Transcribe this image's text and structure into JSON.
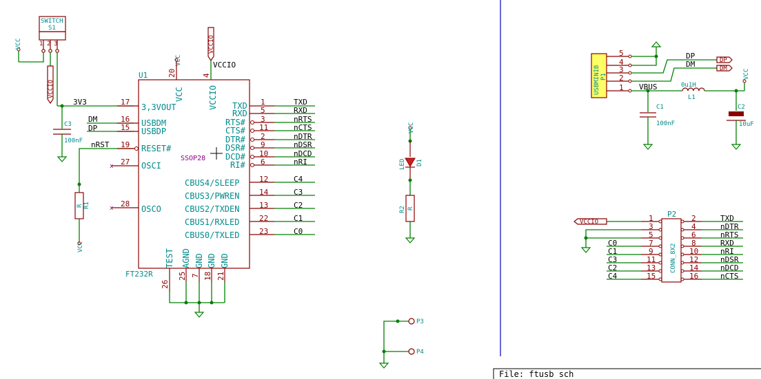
{
  "sheet": {
    "file_label": "File: ftusb sch",
    "border_color": "#0000c0",
    "wire_color": "#008000",
    "body_color": "#8b0000",
    "ref_color": "#008b8b",
    "net_color": "#000000"
  },
  "u1": {
    "ref": "U1",
    "value": "FT232R",
    "package": "SSOP28",
    "left_pins": [
      {
        "num": "17",
        "name": "3,3VOUT",
        "net": "3V3"
      },
      {
        "num": "16",
        "name": "USBDM",
        "net": "DM"
      },
      {
        "num": "15",
        "name": "USBDP",
        "net": "DP"
      },
      {
        "num": "19",
        "name": "RESET#",
        "net": "nRST"
      },
      {
        "num": "27",
        "name": "OSCI",
        "net": ""
      },
      {
        "num": "28",
        "name": "OSCO",
        "net": ""
      }
    ],
    "right_pins": [
      {
        "num": "1",
        "name": "TXD",
        "net": "TXD"
      },
      {
        "num": "5",
        "name": "RXD",
        "net": "RXD"
      },
      {
        "num": "3",
        "name": "RTS#",
        "net": "nRTS"
      },
      {
        "num": "11",
        "name": "CTS#",
        "net": "nCTS"
      },
      {
        "num": "2",
        "name": "DTR#",
        "net": "nDTR"
      },
      {
        "num": "9",
        "name": "DSR#",
        "net": "nDSR"
      },
      {
        "num": "10",
        "name": "DCD#",
        "net": "nDCD"
      },
      {
        "num": "6",
        "name": "RI#",
        "net": "nRI"
      },
      {
        "num": "12",
        "name": "CBUS4/SLEEP",
        "net": "C4"
      },
      {
        "num": "14",
        "name": "CBUS3/PWREN",
        "net": "C3"
      },
      {
        "num": "13",
        "name": "CBUS2/TXDEN",
        "net": "C2"
      },
      {
        "num": "22",
        "name": "CBUS1/RXLED",
        "net": "C1"
      },
      {
        "num": "23",
        "name": "CBUS0/TXLED",
        "net": "C0"
      }
    ],
    "top_pins": [
      {
        "num": "20",
        "name": "VCC"
      },
      {
        "num": "4",
        "name": "VCCIO"
      }
    ],
    "top_labels": {
      "vcc_power": "VCC",
      "vccio_net": "VCCIO",
      "vccio_flag": "VCCIO"
    },
    "bottom_pins": [
      {
        "num": "26",
        "name": "TEST"
      },
      {
        "num": "25",
        "name": "AGND"
      },
      {
        "num": "7",
        "name": "GND"
      },
      {
        "num": "18",
        "name": "GND"
      },
      {
        "num": "21",
        "name": "GND"
      }
    ]
  },
  "s1": {
    "ref": "S1",
    "value": "SWITCH",
    "pins": [
      "1",
      "2",
      "3"
    ],
    "vcc": "VCC",
    "vccio": "VCCIO"
  },
  "c3": {
    "ref": "C3",
    "value": "100nF"
  },
  "r1": {
    "ref": "R1",
    "value": "R",
    "vcc": "VCC"
  },
  "d1": {
    "ref": "D1",
    "value": "LED",
    "vcc": "VCC"
  },
  "r2": {
    "ref": "R2",
    "value": "R"
  },
  "p1": {
    "ref": "P1",
    "value": "USBMINIB",
    "pins": [
      "5",
      "4",
      "3",
      "2",
      "1"
    ],
    "nets": {
      "dp": "DP",
      "dm": "DM",
      "vbus": "VBUS"
    },
    "flags": {
      "dp": "DP",
      "dm": "DM"
    },
    "l1_ref": "L1",
    "l1_value": "0u1H",
    "c1_ref": "C1",
    "c1_value": "100nF",
    "c2_ref": "C2",
    "c2_value": "10uF",
    "vcc": "VCC"
  },
  "p2": {
    "ref": "P2",
    "value": "CONN_8X2",
    "flag": "VCCIO",
    "left_pins": [
      "1",
      "3",
      "5",
      "7",
      "9",
      "11",
      "13",
      "15"
    ],
    "left_nets": [
      "",
      "",
      "",
      "C0",
      "C1",
      "C3",
      "C2",
      "C4"
    ],
    "right_pins": [
      "2",
      "4",
      "6",
      "8",
      "10",
      "12",
      "14",
      "16"
    ],
    "right_nets": [
      "TXD",
      "nDTR",
      "nRTS",
      "RXD",
      "nRI",
      "nDSR",
      "nDCD",
      "nCTS"
    ]
  },
  "p3": {
    "ref": "P3"
  },
  "p4": {
    "ref": "P4"
  }
}
